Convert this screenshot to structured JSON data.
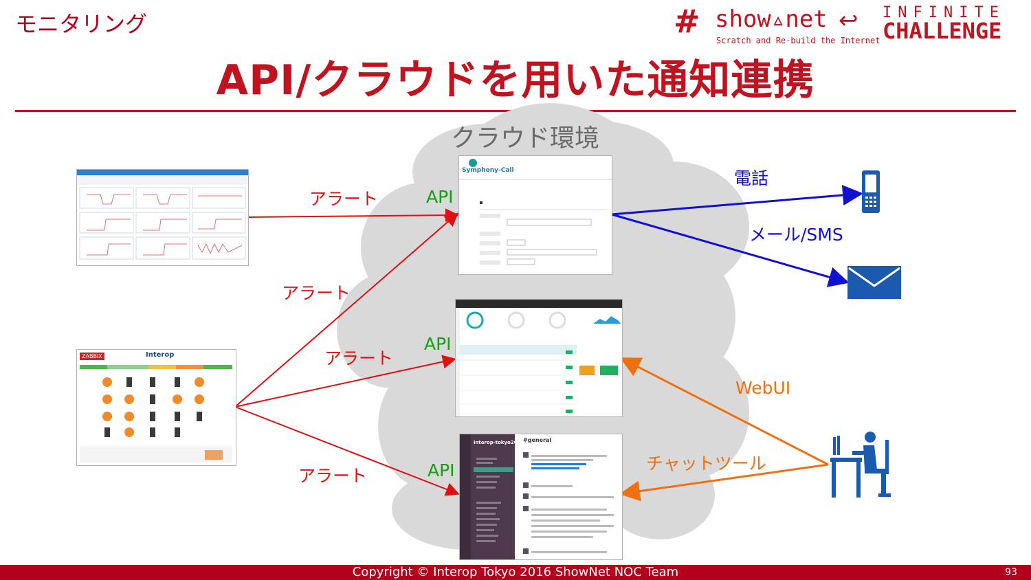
{
  "header": {
    "section": "モニタリング",
    "title": "API/クラウドを用いた通知連携",
    "logo_hash": "#",
    "logo_show": "show▵net",
    "logo_arrow": "↩",
    "logo_sub": "Scratch and Re-build the Internet",
    "logo_infinite": "INFINITE",
    "logo_challenge": "CHALLENGE"
  },
  "diagram": {
    "cloud_label": "クラウド環境",
    "alert_1": "アラート",
    "alert_2": "アラート",
    "alert_3": "アラート",
    "alert_4": "アラート",
    "api_1": "API",
    "api_2": "API",
    "api_3": "API",
    "phone": "電話",
    "mail_sms": "メール/SMS",
    "webui": "WebUI",
    "chat_tool": "チャットツール",
    "zabbix_brand": "ZABBIX",
    "interop_brand": "Interop",
    "symphony_brand": "Symphony-Call",
    "slack_workspace": "interop-tokyo20...",
    "slack_channel": "#general",
    "colors": {
      "red": "#e01010",
      "blue": "#1010d0",
      "orange": "#f07010",
      "green": "#12a012",
      "brand": "#c1121f",
      "cloud": "#d9d9d9",
      "icon_blue": "#1a5bb0"
    }
  },
  "footer": {
    "copyright": "Copyright © Interop Tokyo 2016 ShowNet NOC Team",
    "page": "93"
  }
}
